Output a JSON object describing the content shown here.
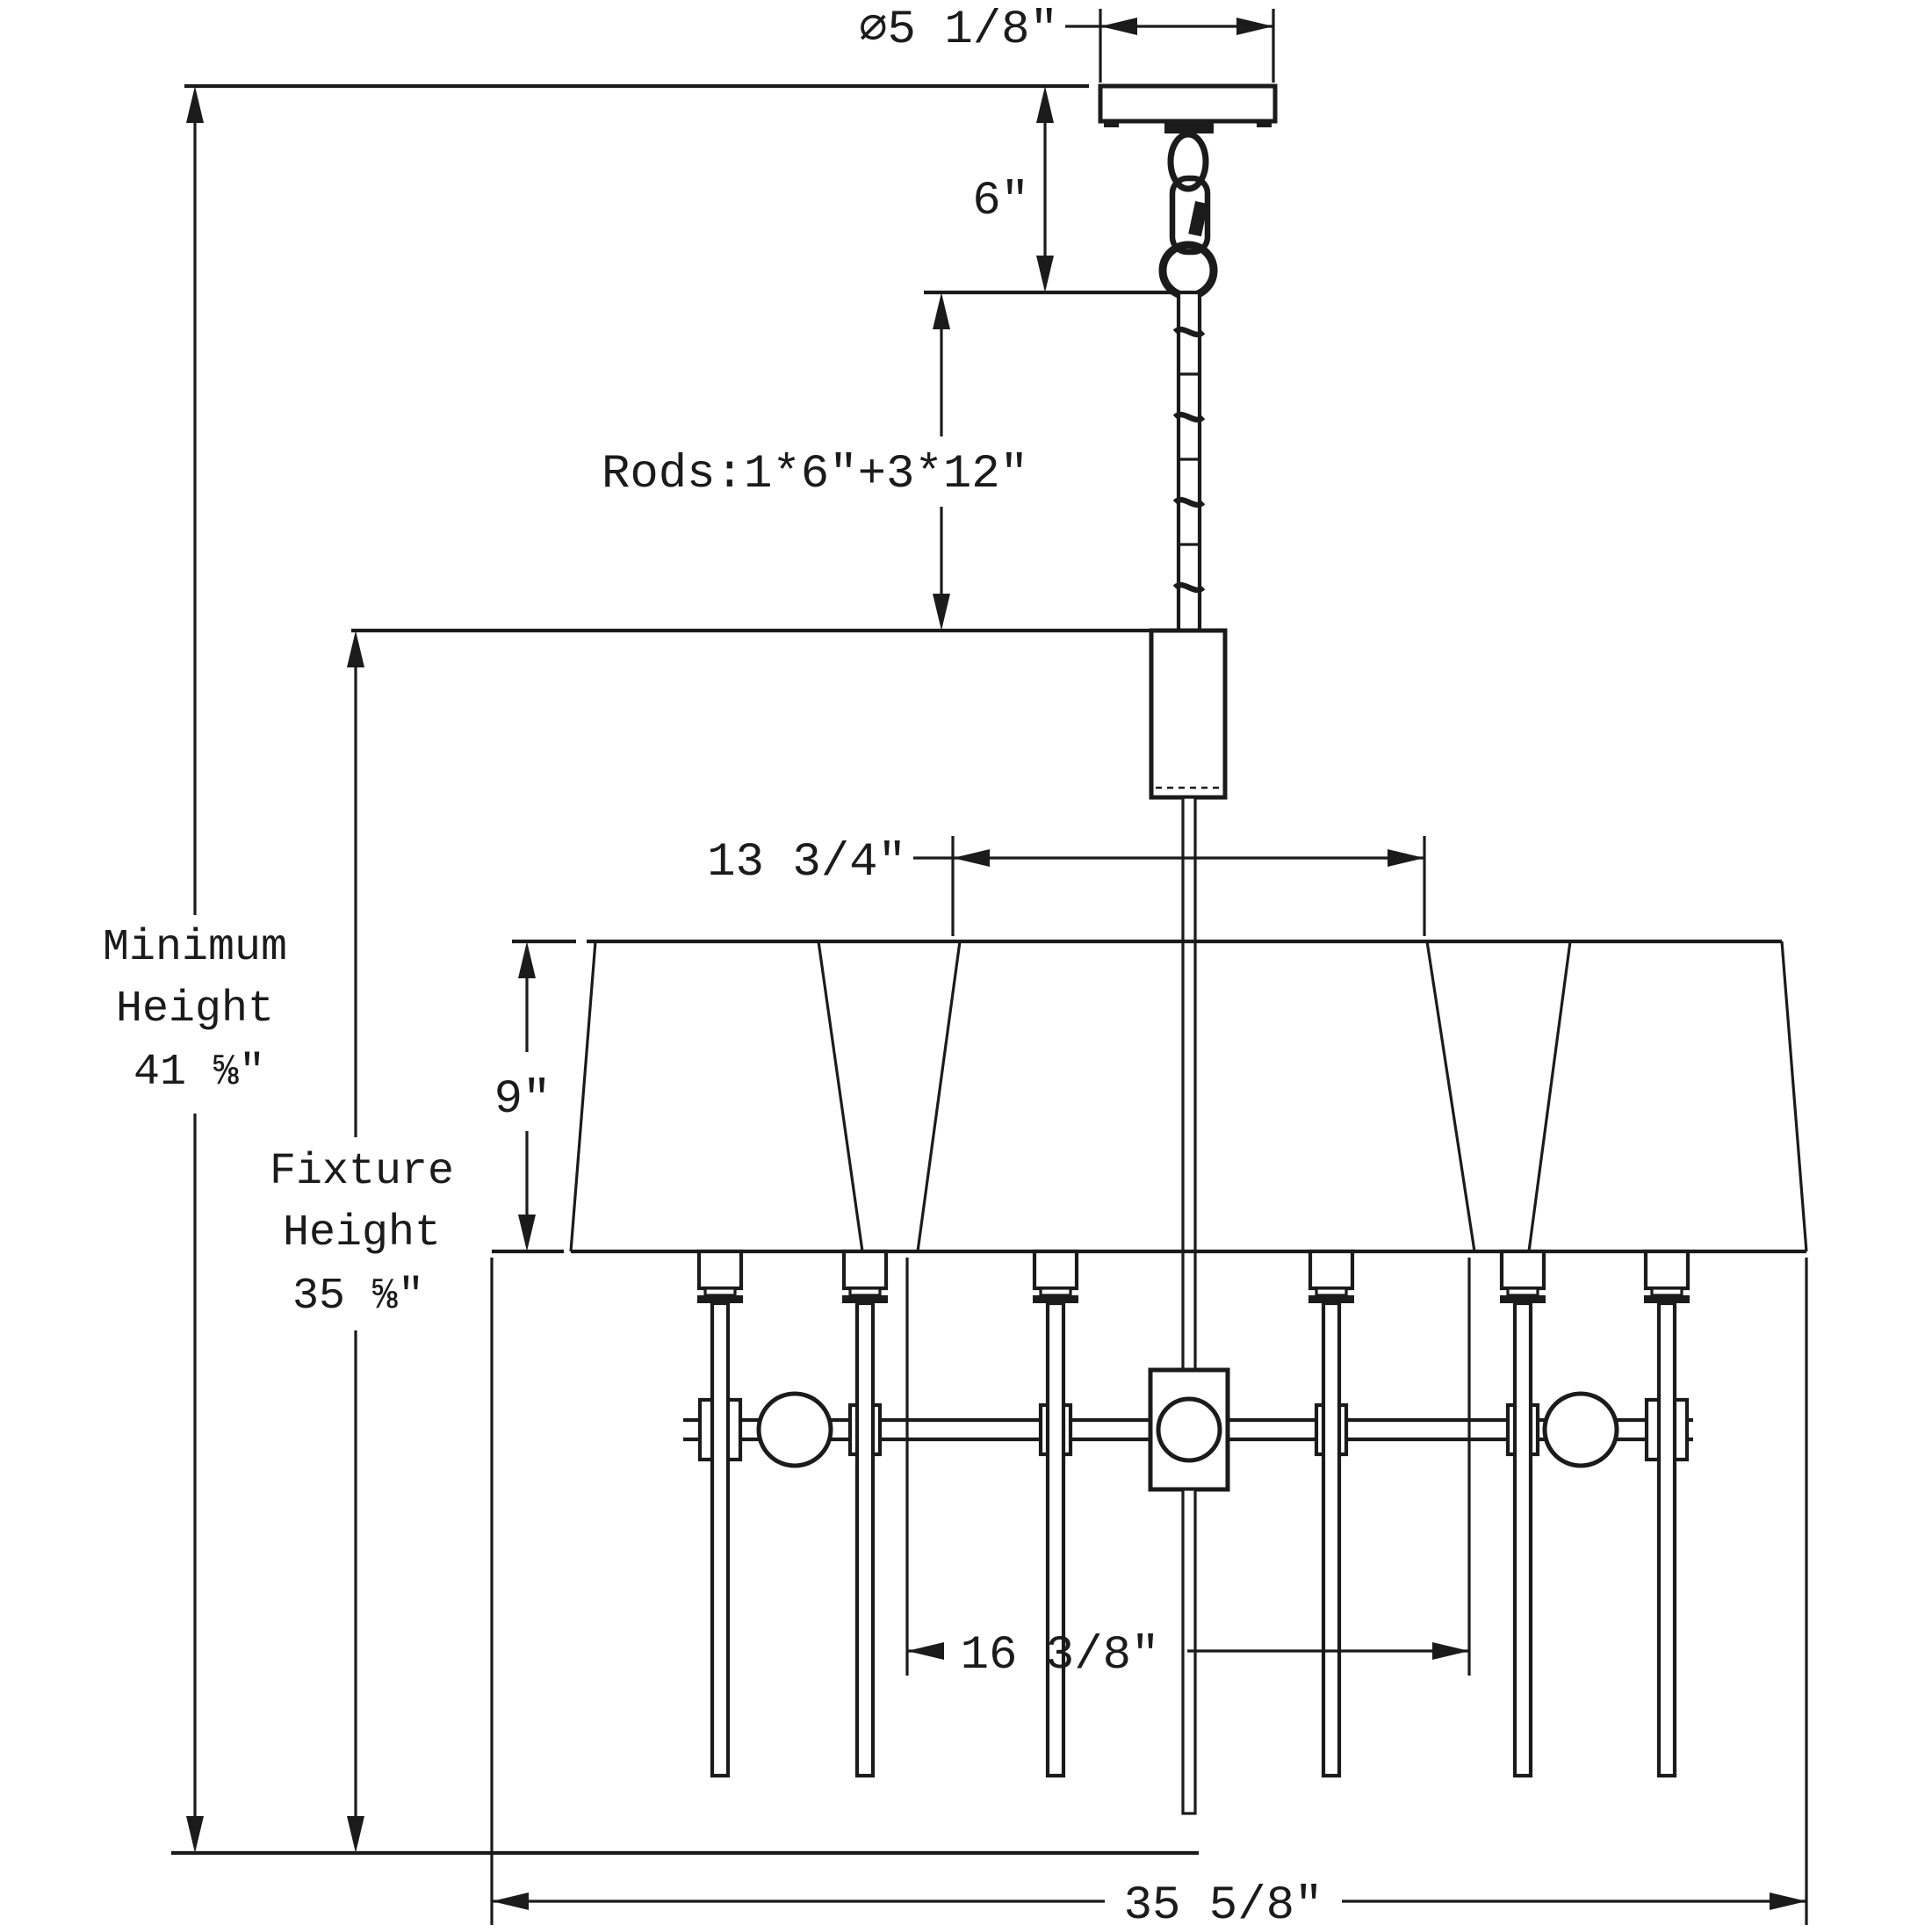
{
  "page": {
    "background": "#ffffff",
    "line_color": "#1b1b1b",
    "description": "Chandelier installation dimension line drawing"
  },
  "labels": {
    "canopy_diameter": "⌀5 1/8″",
    "wire_length": "6″",
    "rods": "Rods:1*6″+3*12″",
    "shade_top_diameter": "13 3/4″",
    "shade_height": "9″",
    "minimum_height_line1": "Minimum",
    "minimum_height_line2": "Height",
    "minimum_height_value": "41 ⅝″",
    "fixture_height_line1": "Fixture",
    "fixture_height_line2": "Height",
    "fixture_height_value": "35 ⅝″",
    "arm_span": "16 3/8″",
    "overall_width": "35 5/8″"
  }
}
